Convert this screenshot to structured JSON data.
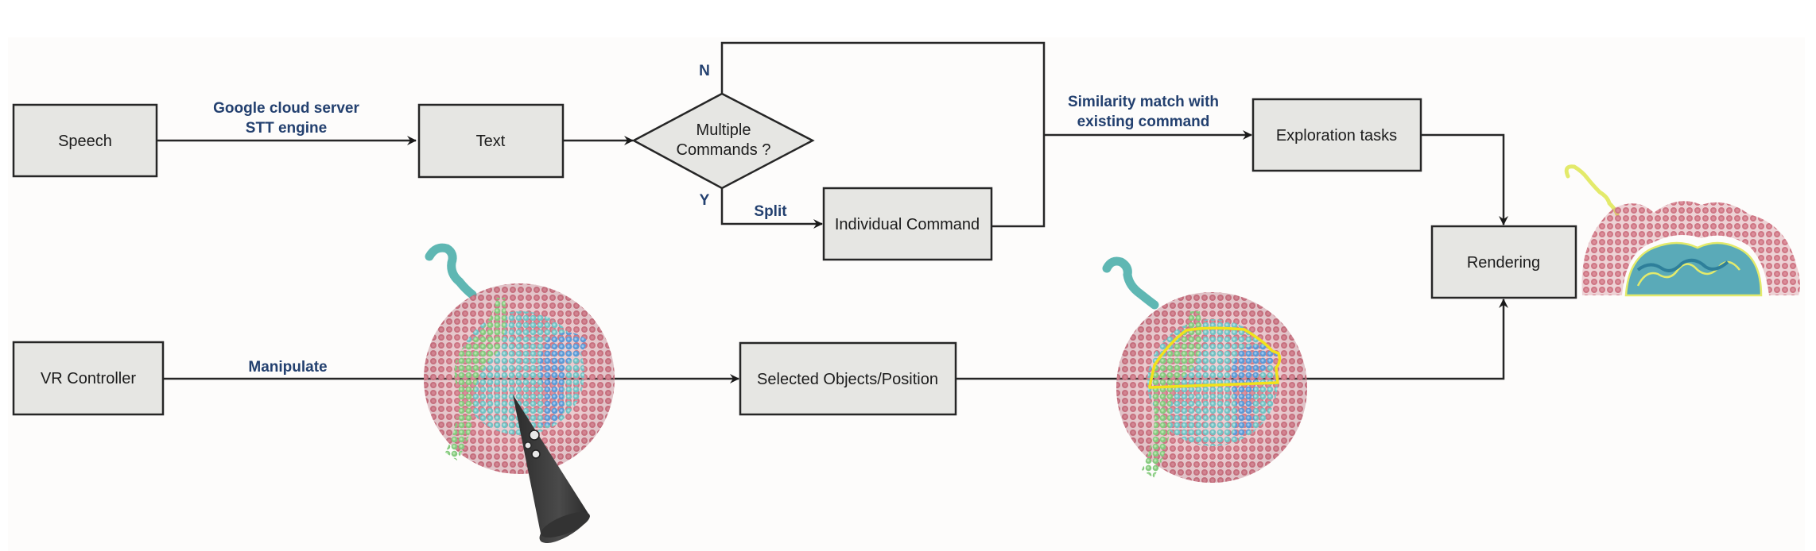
{
  "nodes": {
    "speech": "Speech",
    "text": "Text",
    "decision_line1": "Multiple",
    "decision_line2": "Commands ?",
    "individual_command": "Individual Command",
    "exploration_tasks": "Exploration tasks",
    "rendering": "Rendering",
    "vr_controller": "VR Controller",
    "selected_objects": "Selected Objects/Position"
  },
  "edge_labels": {
    "stt_line1": "Google cloud server",
    "stt_line2": "STT engine",
    "no": "N",
    "yes": "Y",
    "split": "Split",
    "similarity_line1": "Similarity match with",
    "similarity_line2": "existing command",
    "manipulate": "Manipulate"
  },
  "images": {
    "nucleosome_manipulated": "nucleosome-with-vr-controller",
    "nucleosome_selected": "nucleosome-with-selection-outline",
    "rendered_result": "rendered-dna-protein-complex"
  },
  "colors": {
    "box_fill": "#e6e6e3",
    "edge_label": "#23406f",
    "dna": "#c9707e",
    "histone_green": "#7fc47a",
    "histone_cyan": "#6cc3c4",
    "histone_blue": "#5b9ad6",
    "selection": "#f2e21b",
    "controller": "#3a3a3a"
  }
}
